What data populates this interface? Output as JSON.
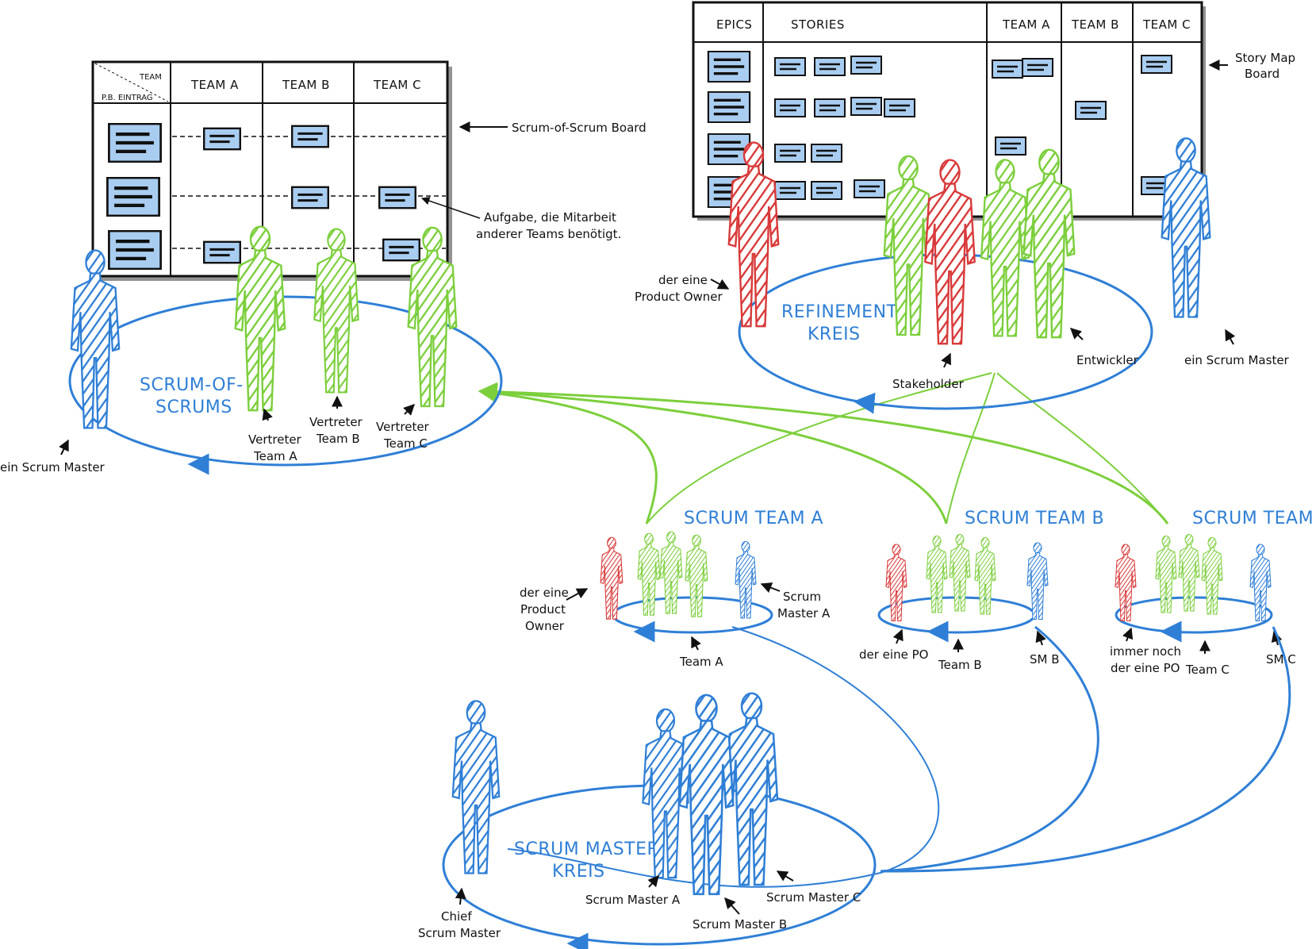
{
  "colors": {
    "blue": "#2f7fd6",
    "green": "#7ccf3c",
    "red": "#d93a3a",
    "card": "#a9cdf0",
    "ink": "#111111"
  },
  "sos_board": {
    "header_corner_top": "TEAM",
    "header_corner_bottom": "P.B. EINTRAG",
    "headers": [
      "TEAM A",
      "TEAM B",
      "TEAM C"
    ],
    "caption": "Scrum-of-Scrum Board",
    "dependency_note_line1": "Aufgabe, die Mitarbeit",
    "dependency_note_line2": "anderer Teams benötigt."
  },
  "story_board": {
    "headers": [
      "EPICS",
      "STORIES",
      "TEAM A",
      "TEAM B",
      "TEAM C"
    ],
    "caption_line1": "Story Map",
    "caption_line2": "Board"
  },
  "circles": {
    "sos_line1": "SCRUM-OF-",
    "sos_line2": "SCRUMS",
    "refinement_line1": "REFINEMENT",
    "refinement_line2": "KREIS",
    "sm_line1": "SCRUM MASTER",
    "sm_line2": "KREIS"
  },
  "teams": {
    "a_title": "SCRUM TEAM A",
    "b_title": "SCRUM TEAM B",
    "c_title": "SCRUM TEAM C"
  },
  "labels": {
    "sos_sm": "ein Scrum Master",
    "rep_a_1": "Vertreter",
    "rep_a_2": "Team A",
    "rep_b_1": "Vertreter",
    "rep_b_2": "Team B",
    "rep_c_1": "Vertreter",
    "rep_c_2": "Team C",
    "po_1": "der eine",
    "po_2": "Product Owner",
    "stakeholder": "Stakeholder",
    "entwickler": "Entwickler",
    "ref_sm": "ein Scrum Master",
    "ta_po_1": "der eine",
    "ta_po_2": "Product",
    "ta_po_3": "Owner",
    "ta_sm_1": "Scrum",
    "ta_sm_2": "Master A",
    "ta_team": "Team A",
    "tb_po": "der eine PO",
    "tb_team": "Team B",
    "tb_sm": "SM B",
    "tc_po_1": "immer noch",
    "tc_po_2": "der eine PO",
    "tc_team": "Team C",
    "tc_sm": "SM C",
    "chief_1": "Chief",
    "chief_2": "Scrum Master",
    "sm_a": "Scrum Master A",
    "sm_b": "Scrum Master B",
    "sm_c": "Scrum Master C"
  }
}
